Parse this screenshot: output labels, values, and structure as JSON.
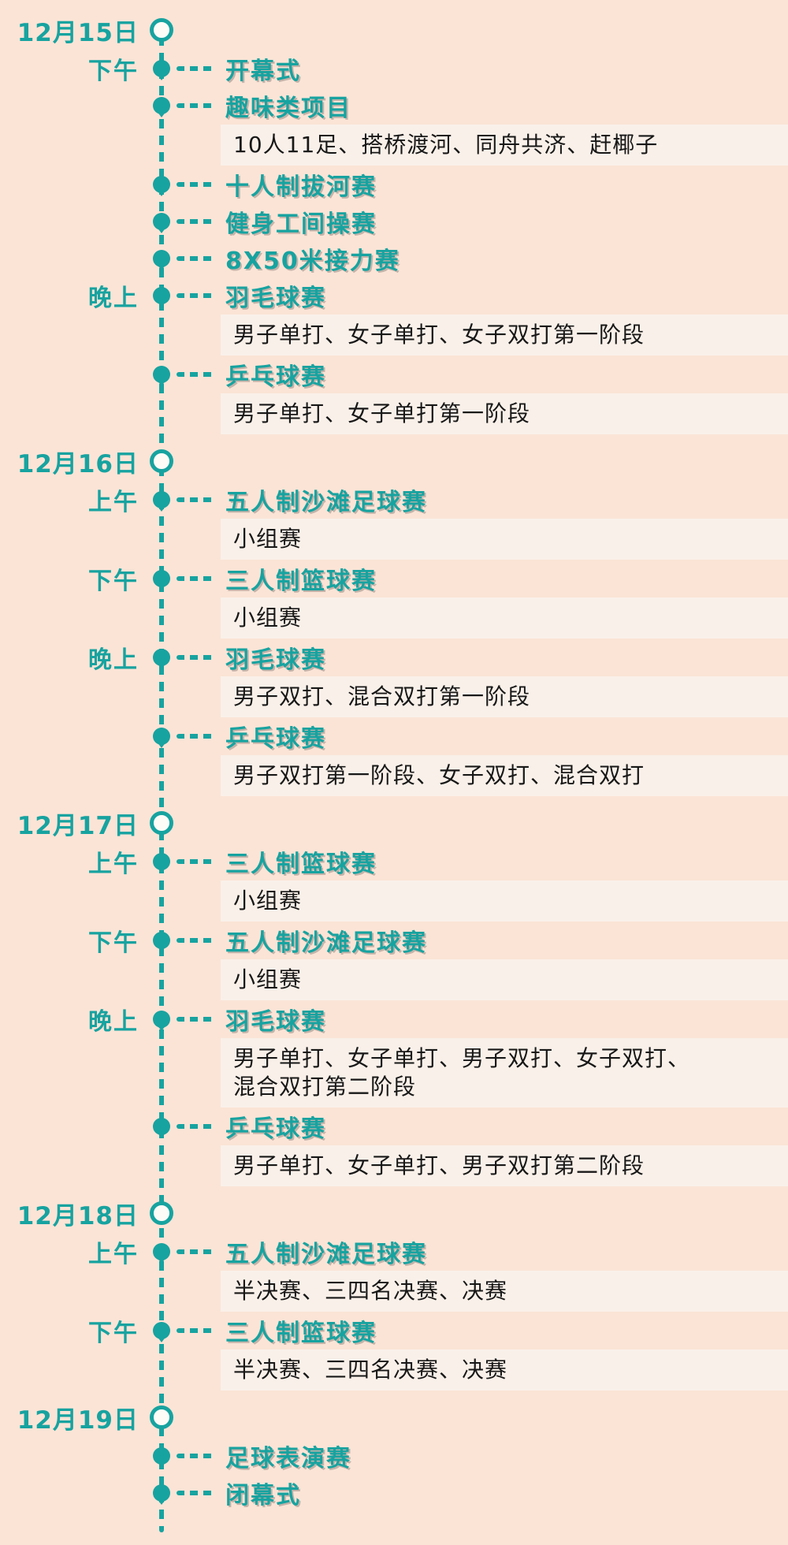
{
  "page": {
    "background_color": "#fbe4d6",
    "detail_strip_color": "#f9f0e9",
    "accent_color": "#17a3a0",
    "detail_text_color": "#181818"
  },
  "timeline": {
    "days": [
      {
        "date": "12月15日",
        "events": [
          {
            "time": "下午",
            "title": "开幕式",
            "details": []
          },
          {
            "time": "",
            "title": "趣味类项目",
            "details": [
              [
                "10人11足、搭桥渡河、同舟共济、赶椰子"
              ]
            ]
          },
          {
            "time": "",
            "title": "十人制拔河赛",
            "details": []
          },
          {
            "time": "",
            "title": "健身工间操赛",
            "details": []
          },
          {
            "time": "",
            "title": "8X50米接力赛",
            "details": []
          },
          {
            "time": "晚上",
            "title": "羽毛球赛",
            "details": [
              [
                "男子单打、女子单打、女子双打第一阶段"
              ]
            ]
          },
          {
            "time": "",
            "title": "乒乓球赛",
            "details": [
              [
                "男子单打、女子单打第一阶段"
              ]
            ]
          }
        ]
      },
      {
        "date": "12月16日",
        "events": [
          {
            "time": "上午",
            "title": "五人制沙滩足球赛",
            "details": [
              [
                "小组赛"
              ]
            ]
          },
          {
            "time": "下午",
            "title": "三人制篮球赛",
            "details": [
              [
                "小组赛"
              ]
            ]
          },
          {
            "time": "晚上",
            "title": "羽毛球赛",
            "details": [
              [
                "男子双打、混合双打第一阶段"
              ]
            ]
          },
          {
            "time": "",
            "title": "乒乓球赛",
            "details": [
              [
                "男子双打第一阶段、女子双打、混合双打"
              ]
            ]
          }
        ]
      },
      {
        "date": "12月17日",
        "events": [
          {
            "time": "上午",
            "title": "三人制篮球赛",
            "details": [
              [
                "小组赛"
              ]
            ]
          },
          {
            "time": "下午",
            "title": "五人制沙滩足球赛",
            "details": [
              [
                "小组赛"
              ]
            ]
          },
          {
            "time": "晚上",
            "title": "羽毛球赛",
            "details": [
              [
                "男子单打、女子单打、男子双打、女子双打、",
                "混合双打第二阶段"
              ]
            ]
          },
          {
            "time": "",
            "title": "乒乓球赛",
            "details": [
              [
                "男子单打、女子单打、男子双打第二阶段"
              ]
            ]
          }
        ]
      },
      {
        "date": "12月18日",
        "events": [
          {
            "time": "上午",
            "title": "五人制沙滩足球赛",
            "details": [
              [
                "半决赛、三四名决赛、决赛"
              ]
            ]
          },
          {
            "time": "下午",
            "title": "三人制篮球赛",
            "details": [
              [
                "半决赛、三四名决赛、决赛"
              ]
            ]
          }
        ]
      },
      {
        "date": "12月19日",
        "events": [
          {
            "time": "",
            "title": "足球表演赛",
            "details": []
          },
          {
            "time": "",
            "title": "闭幕式",
            "details": []
          }
        ]
      }
    ]
  }
}
